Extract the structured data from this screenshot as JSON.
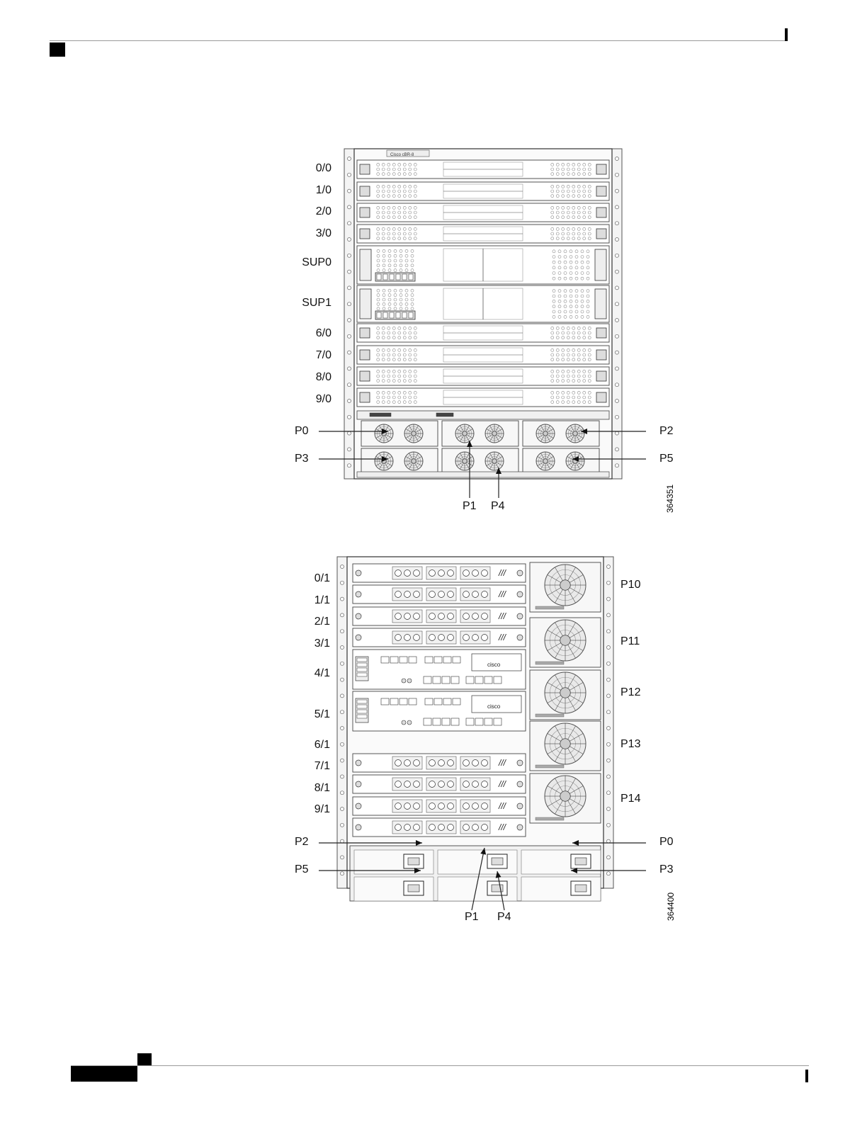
{
  "figure1": {
    "slot_labels": [
      "0/0",
      "1/0",
      "2/0",
      "3/0",
      "SUP0",
      "SUP1",
      "6/0",
      "7/0",
      "8/0",
      "9/0"
    ],
    "chassis_brand": "Cisco cBR-8",
    "power_labels": {
      "p0": "P0",
      "p2": "P2",
      "p3": "P3",
      "p5": "P5",
      "p1": "P1",
      "p4": "P4"
    },
    "figure_id": "364351"
  },
  "figure2": {
    "slot_labels": [
      "0/1",
      "1/1",
      "2/1",
      "3/1",
      "4/1",
      "5/1",
      "6/1",
      "7/1",
      "8/1",
      "9/1"
    ],
    "fan_labels": [
      "P10",
      "P11",
      "P12",
      "P13",
      "P14"
    ],
    "power_labels": {
      "p2": "P2",
      "p5": "P5",
      "p0": "P0",
      "p3": "P3",
      "p1": "P1",
      "p4": "P4"
    },
    "sup_brand": "cisco",
    "figure_id": "364400"
  }
}
